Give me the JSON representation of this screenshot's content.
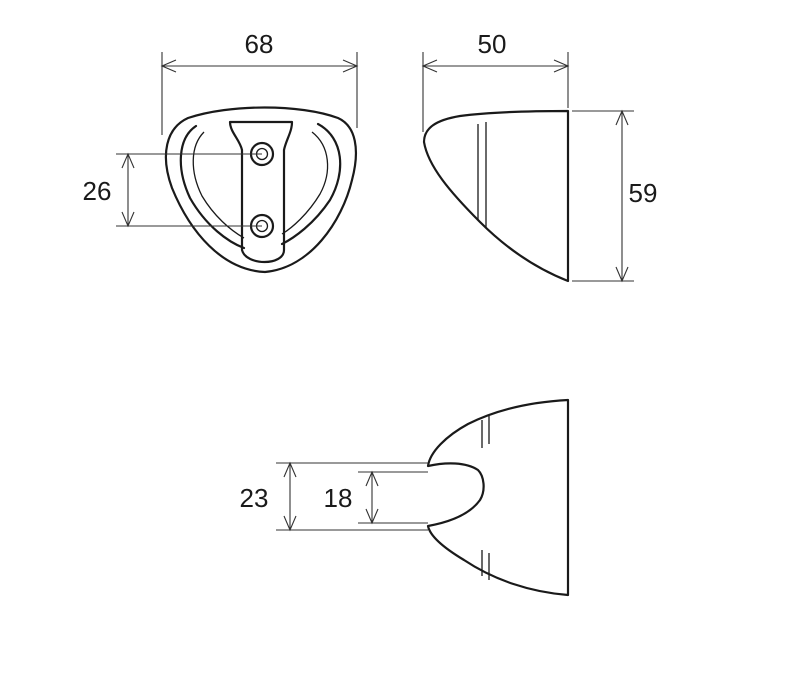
{
  "dimensions": {
    "front_width": "68",
    "front_hole_spacing": "26",
    "side_depth": "50",
    "side_height": "59",
    "bottom_outer_opening": "23",
    "bottom_inner_opening": "18"
  },
  "colors": {
    "line": "#1a1a1a",
    "background": "#ffffff"
  }
}
